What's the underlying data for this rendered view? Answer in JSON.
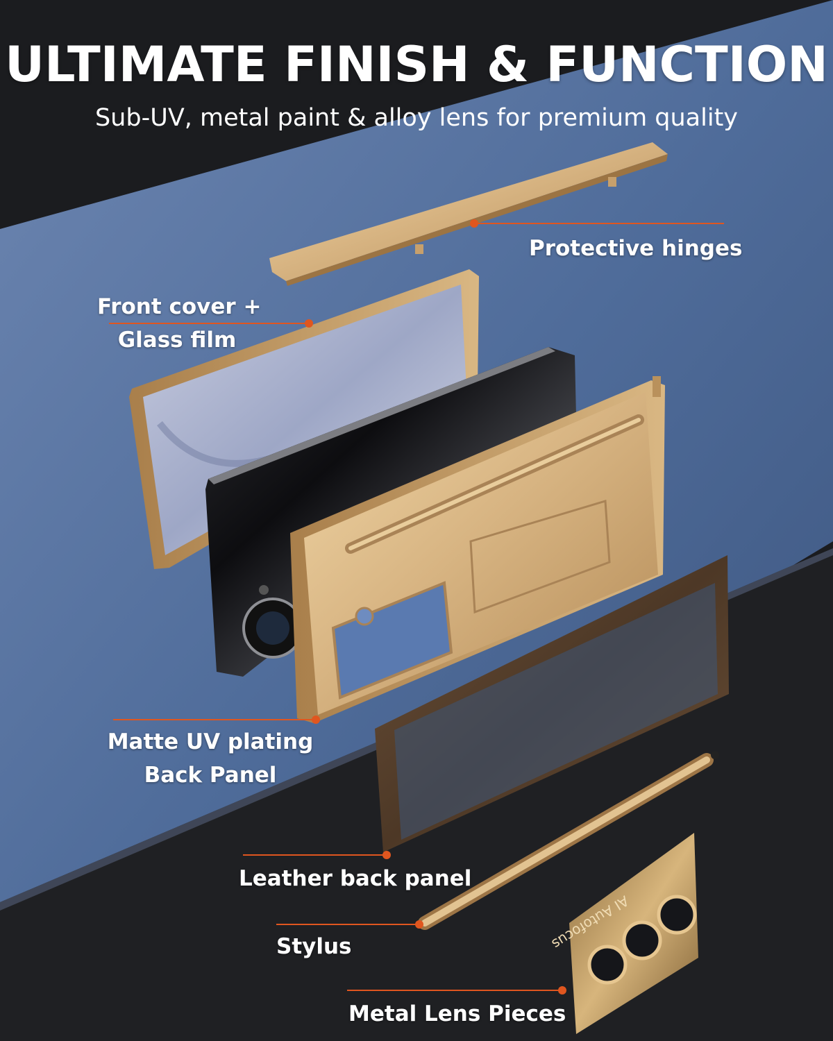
{
  "header": {
    "title": "ULTIMATE FINISH & FUNCTION",
    "subtitle": "Sub-UV, metal paint & alloy lens for premium quality"
  },
  "callouts": {
    "hinges": "Protective hinges",
    "front_cover_line1": "Front cover +",
    "front_cover_line2": "Glass film",
    "back_panel_line1": "Matte UV plating",
    "back_panel_line2": "Back Panel",
    "leather": "Leather back panel",
    "stylus": "Stylus",
    "lens": "Metal Lens Pieces"
  },
  "lens_engraving": "AI Autofocus",
  "colors": {
    "accent_line": "#e0561f",
    "gold": "#d8b583",
    "blue_surface": "#4f6c9a",
    "dark_surface": "#1d1e21",
    "leather": "#5a4330"
  },
  "icons": [
    "hinge-bar",
    "front-cover-frame",
    "folding-phone",
    "gold-back-case",
    "leather-panel",
    "stylus-pen",
    "metal-lens-plate"
  ]
}
